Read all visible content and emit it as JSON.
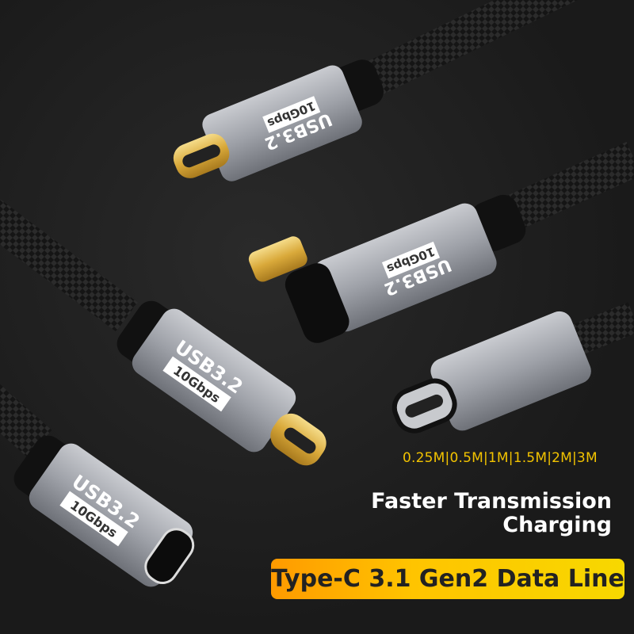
{
  "product": {
    "connector_label_main": "USB3.2",
    "connector_label_speed": "10Gbps",
    "lengths": "0.25M|0.5M|1M|1.5M|2M|3M",
    "headline_line1": "Faster Transmission",
    "headline_line2": "Charging",
    "badge": "Type-C 3.1 Gen2 Data Line"
  },
  "colors": {
    "background": "#1c1c1c",
    "accent_yellow": "#f2c300",
    "badge_gradient_start": "#ff9a00",
    "badge_gradient_end": "#f7d800",
    "aluminum": "#a9abb0",
    "gold": "#e8c25a"
  }
}
